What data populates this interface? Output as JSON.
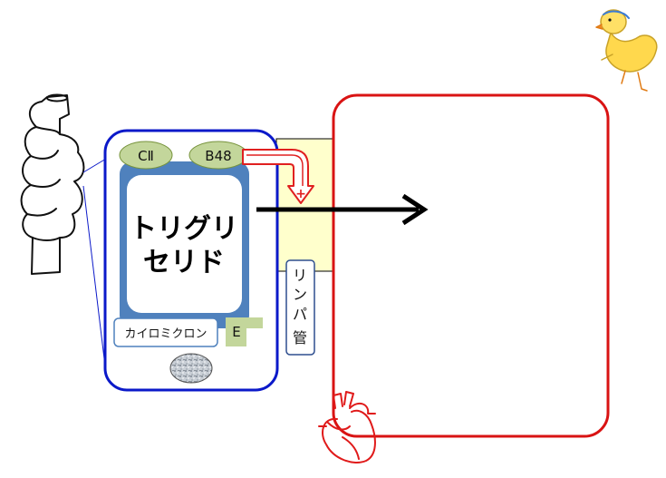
{
  "labels": {
    "apo_c2": "CⅡ",
    "apo_b48": "B48",
    "plus_sign": "+",
    "triglyceride_line1": "トリグリ",
    "triglyceride_line2": "セリド",
    "chylomicron": "カイロミクロン",
    "apo_e": "E",
    "lymph_line1": "リ",
    "lymph_line2": "ン",
    "lymph_line3": "パ",
    "lymph_line4": "管"
  },
  "colors": {
    "cell_border": "#0b19c9",
    "chylo_body": "#4f81bd",
    "apo_fill": "#c3d69b",
    "apo_border": "#77933c",
    "lymph_fill": "#ffffcc",
    "blood_border": "#d91313",
    "heart": "#e01a1a",
    "arrow": "#000000",
    "signal_arrow": "#e02020"
  },
  "icons": {
    "intestine": "intestine-icon",
    "heart": "heart-icon",
    "chick": "chick-icon",
    "granule": "granule-icon"
  }
}
